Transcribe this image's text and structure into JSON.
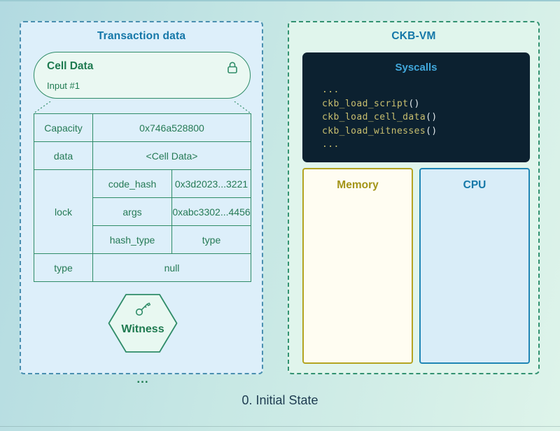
{
  "caption": "0. Initial State",
  "transaction_panel": {
    "title": "Transaction data",
    "cell_card": {
      "title": "Cell Data",
      "subtitle": "Input #1"
    },
    "table": {
      "rows": {
        "capacity": {
          "label": "Capacity",
          "value": "0x746a528800"
        },
        "data": {
          "label": "data",
          "value": "<Cell Data>"
        },
        "lock": {
          "label": "lock",
          "fields": [
            {
              "key": "code_hash",
              "value": "0x3d2023...3221"
            },
            {
              "key": "args",
              "value": "0xabc3302...4456"
            },
            {
              "key": "hash_type",
              "value": "type"
            }
          ]
        },
        "type": {
          "label": "type",
          "value": "null"
        }
      }
    },
    "witness": {
      "label": "Witness"
    },
    "ellipsis": "..."
  },
  "vm_panel": {
    "title": "CKB-VM",
    "syscalls": {
      "title": "Syscalls",
      "lines": [
        {
          "text": "..."
        },
        {
          "text": "ckb_load_script",
          "suffix": "()"
        },
        {
          "text": "ckb_load_cell_data",
          "suffix": "()"
        },
        {
          "text": "ckb_load_witnesses",
          "suffix": "()"
        },
        {
          "text": "..."
        }
      ]
    },
    "memory": {
      "title": "Memory"
    },
    "cpu": {
      "title": "CPU"
    }
  },
  "colors": {
    "left_panel_border": "#4a8fb0",
    "left_panel_bg": "#ddeffa",
    "right_panel_border": "#339271",
    "right_panel_bg": "#e0f5ec",
    "green_stroke": "#2f8c68",
    "green_text": "#1e7a50",
    "panel_title_blue": "#1477a8",
    "syscalls_bg": "#0c2130",
    "syscalls_title": "#41a8dc",
    "code_yellow": "#c9bf6f",
    "memory_accent": "#b3a422",
    "cpu_accent": "#1f86b5",
    "caption_text": "#1d3b50"
  }
}
